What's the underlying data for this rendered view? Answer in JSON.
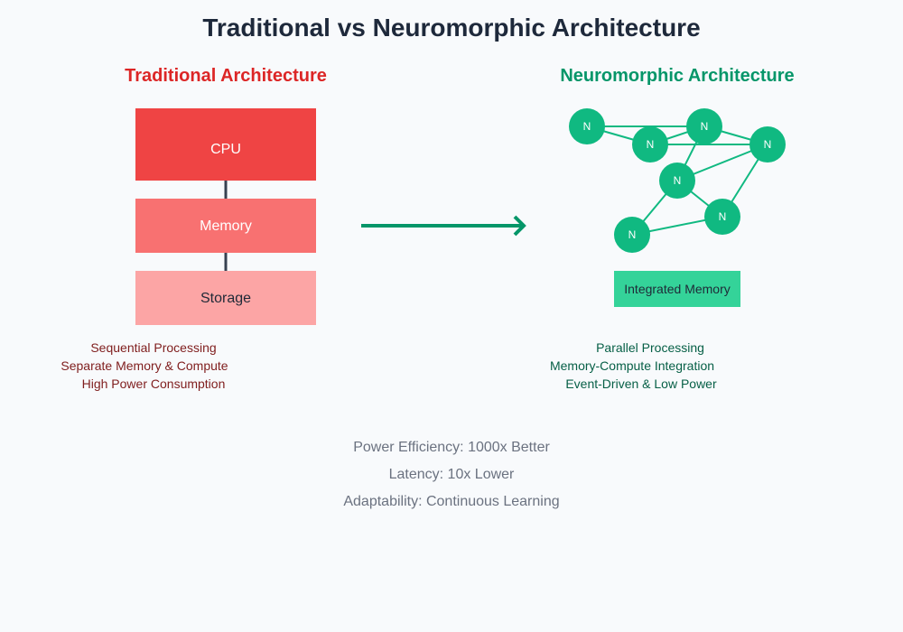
{
  "title": "Traditional vs Neuromorphic Architecture",
  "traditional": {
    "heading": "Traditional Architecture",
    "blocks": [
      {
        "label": "CPU",
        "color": "#ef4444",
        "text_color": "#ffffff"
      },
      {
        "label": "Memory",
        "color": "#f87171",
        "text_color": "#ffffff"
      },
      {
        "label": "Storage",
        "color": "#fca5a5",
        "text_color": "#1f2937"
      }
    ],
    "features": [
      "Sequential Processing",
      "Separate Memory & Compute",
      "High Power Consumption"
    ]
  },
  "neuromorphic": {
    "heading": "Neuromorphic Architecture",
    "node_label": "N",
    "node_count": 7,
    "memory_label": "Integrated Memory",
    "features": [
      "Parallel Processing",
      "Memory-Compute Integration",
      "Event-Driven & Low Power"
    ]
  },
  "metrics": [
    "Power Efficiency: 1000x Better",
    "Latency: 10x Lower",
    "Adaptability: Continuous Learning"
  ],
  "colors": {
    "title": "#1e293b",
    "traditional_accent": "#dc2626",
    "traditional_text": "#7f1d1d",
    "neuro_accent": "#059669",
    "neuro_node": "#10b981",
    "neuro_memory": "#34d399",
    "neuro_text": "#065f46",
    "metrics_text": "#6b7280",
    "connector": "#374151"
  }
}
